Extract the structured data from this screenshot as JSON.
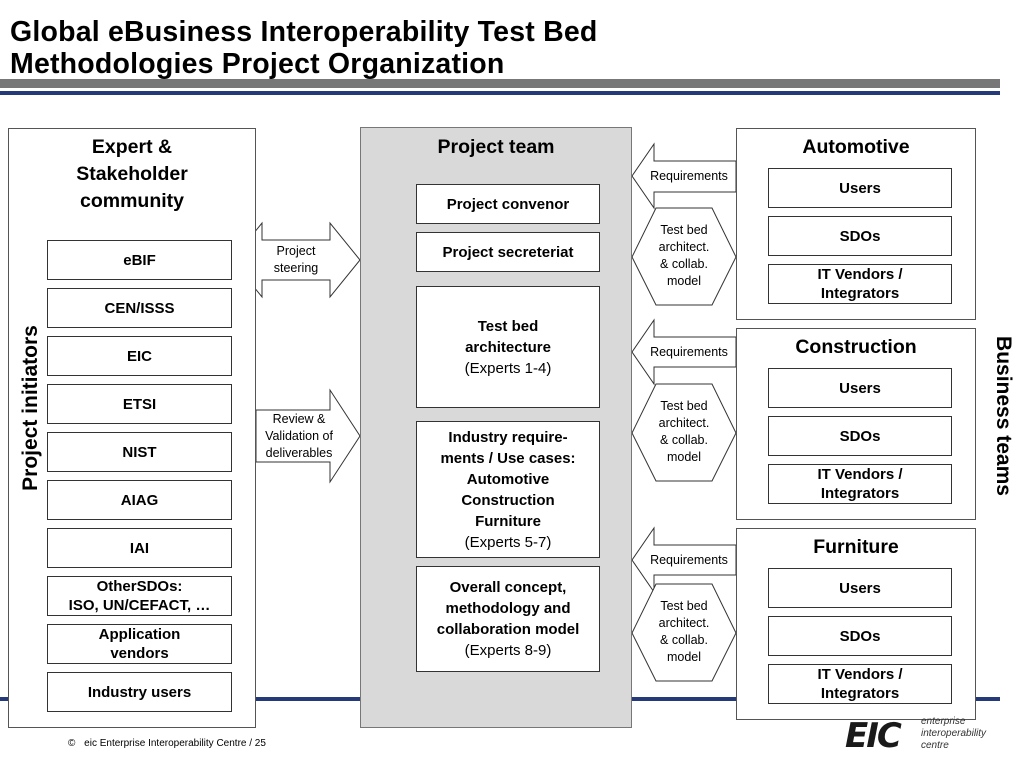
{
  "title": {
    "line1": "Global eBusiness Interoperability Test Bed",
    "line2": "Methodologies Project Organization"
  },
  "initiators": {
    "heading_lines": [
      "Expert &",
      "Stakeholder",
      "community"
    ],
    "side_label": "Project initiators",
    "items": [
      "eBIF",
      "CEN/ISSS",
      "EIC",
      "ETSI",
      "NIST",
      "AIAG",
      "IAI"
    ],
    "other_sdos": [
      "OtherSDOs:",
      "ISO, UN/CEFACT, …"
    ],
    "app_vendors": [
      "Application",
      "vendors"
    ],
    "industry_users": "Industry users"
  },
  "links": {
    "steering": [
      "Project",
      "steering"
    ],
    "review": [
      "Review &",
      "Validation of",
      "deliverables"
    ],
    "requirements": "Requirements",
    "testbed": [
      "Test bed",
      "architect.",
      "& collab.",
      "model"
    ]
  },
  "team": {
    "heading": "Project team",
    "convenor": "Project convenor",
    "secretariat": "Project secreteriat",
    "arch": {
      "lines": [
        "Test bed",
        "architecture"
      ],
      "experts": "(Experts 1-4)"
    },
    "industry": {
      "lines": [
        "Industry require-",
        "ments / Use cases:",
        "Automotive",
        "Construction",
        "Furniture"
      ],
      "experts": "(Experts 5-7)"
    },
    "overall": {
      "lines": [
        "Overall concept,",
        "methodology and",
        "collaboration model"
      ],
      "experts": "(Experts 8-9)"
    }
  },
  "business": {
    "side_label": "Business teams",
    "teams": [
      {
        "name": "Automotive",
        "users": "Users",
        "sdos": "SDOs",
        "vendors": [
          "IT Vendors /",
          "Integrators"
        ]
      },
      {
        "name": "Construction",
        "users": "Users",
        "sdos": "SDOs",
        "vendors": [
          "IT Vendors /",
          "Integrators"
        ]
      },
      {
        "name": "Furniture",
        "users": "Users",
        "sdos": "SDOs",
        "vendors": [
          "IT Vendors /",
          "Integrators"
        ]
      }
    ]
  },
  "footer": {
    "copyright": "©",
    "text": "eic Enterprise Interoperability Centre / 25"
  },
  "logo": {
    "mark": "EIC",
    "lines": [
      "enterprise",
      "interoperability",
      "centre"
    ],
    "mark_color": "#1a1a1a",
    "text_color": "#333333"
  },
  "colors": {
    "accent_blue": "#253a78",
    "bar_gray": "#777777",
    "team_panel": "#d9d9d9"
  }
}
